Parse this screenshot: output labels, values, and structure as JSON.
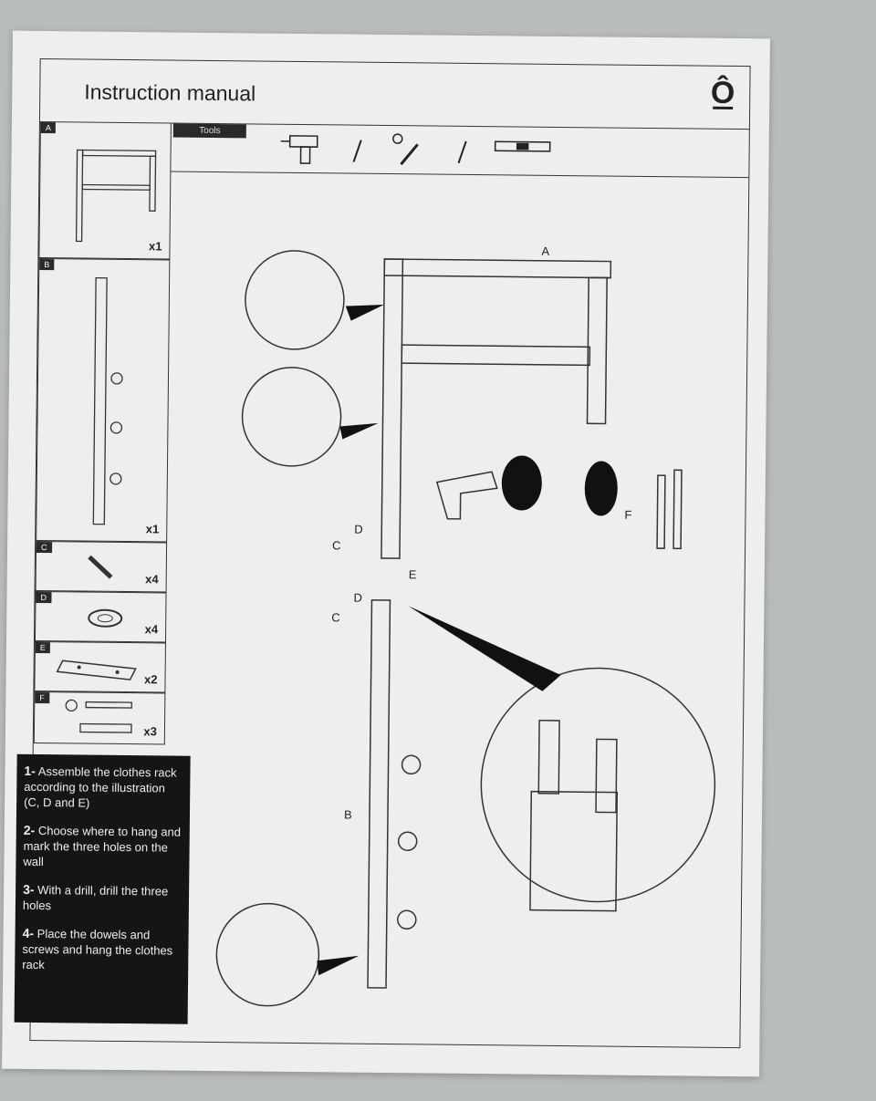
{
  "header": {
    "title": "Instruction manual",
    "logo": "Ô"
  },
  "tools": {
    "label": "Tools",
    "icons": [
      "drill-icon",
      "screwdriver-icon",
      "level-icon"
    ]
  },
  "parts": [
    {
      "letter": "A",
      "qty": "x1"
    },
    {
      "letter": "B",
      "qty": "x1"
    },
    {
      "letter": "C",
      "qty": "x4"
    },
    {
      "letter": "D",
      "qty": "x4"
    },
    {
      "letter": "E",
      "qty": "x2"
    },
    {
      "letter": "F",
      "qty": "x3"
    }
  ],
  "steps": [
    {
      "num": "1-",
      "text": "Assemble the clothes rack according to the illustration (C, D and E)"
    },
    {
      "num": "2-",
      "text": "Choose where to hang and mark the three holes on the wall"
    },
    {
      "num": "3-",
      "text": "With a drill, drill the three holes"
    },
    {
      "num": "4-",
      "text": "Place the dowels and screws and hang the clothes rack"
    }
  ],
  "callouts": [
    "A",
    "B",
    "C",
    "D",
    "E",
    "F",
    "C",
    "D"
  ]
}
